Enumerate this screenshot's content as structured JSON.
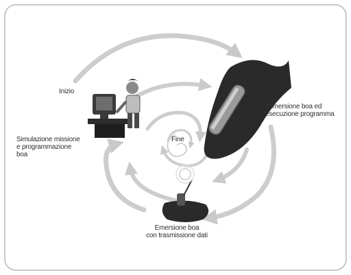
{
  "colors": {
    "frame_border": "#b8b8b8",
    "arrow": "#c9c9c9",
    "rock": "#2a2a2a",
    "text": "#2e2e2e"
  },
  "labels": {
    "inizio": "Inizio",
    "simulazione": [
      "Simulazione missione",
      "e programmazione",
      "boa"
    ],
    "immersione": [
      "Immersione boa ed",
      "esecuzione programma"
    ],
    "fine": "Fine",
    "emersione": [
      "Emersione boa",
      "con trasmissione dati"
    ]
  },
  "icons": {
    "computer": "person-at-computer-icon",
    "buoy_underwater": "buoy-on-seafloor-icon",
    "buoy_surface": "buoy-surfacing-icon"
  }
}
